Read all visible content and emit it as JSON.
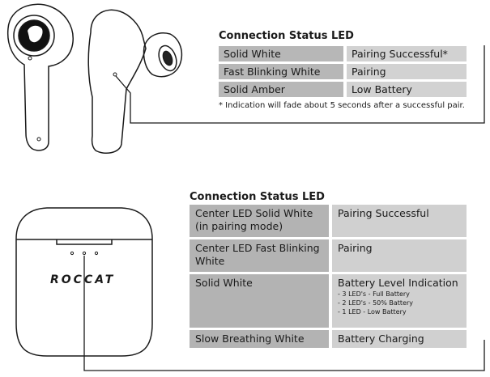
{
  "top_section": {
    "title": "Connection Status LED",
    "rows": [
      {
        "led": "Solid White",
        "status": "Pairing Successful*"
      },
      {
        "led": "Fast Blinking White",
        "status": "Pairing"
      },
      {
        "led": "Solid Amber",
        "status": "Low Battery"
      }
    ],
    "footnote": "* Indication will fade about 5 seconds after a successful pair."
  },
  "bottom_section": {
    "title": "Connection Status LED",
    "rows": [
      {
        "led": "Center LED Solid White (in pairing mode)",
        "status": "Pairing Successful",
        "details": []
      },
      {
        "led": "Center LED Fast Blinking White",
        "status": "Pairing",
        "details": []
      },
      {
        "led": "Solid White",
        "status": "Battery Level Indication",
        "details": [
          "- 3 LED's - Full Battery",
          "- 2 LED's - 50% Battery",
          "- 1 LED - Low Battery"
        ]
      },
      {
        "led": "Slow Breathing White",
        "status": "Battery Charging",
        "details": []
      }
    ]
  },
  "case_logo_text": "ROCCAT"
}
